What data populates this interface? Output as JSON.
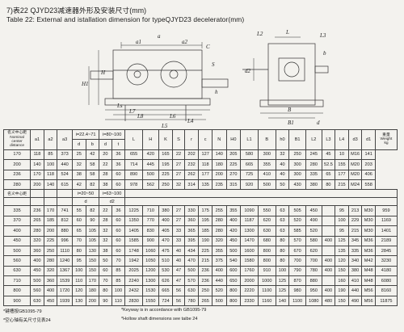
{
  "titles": {
    "cn": "7)表22 QJYD23减速器外形及安装尺寸(mm)",
    "en": "Table 22: External and istallation dimension for typeQJYD23 decelerator(mm)"
  },
  "drawing_labels": {
    "top_dims": [
      "a",
      "a1",
      "a2",
      "C",
      "L2",
      "L",
      "L3"
    ],
    "left_view": [
      "H",
      "H1",
      "S",
      "h",
      "Ls",
      "L7",
      "L8",
      "L6",
      "L4",
      "L5"
    ],
    "right_view": [
      "d2",
      "B",
      "B1",
      "d",
      "b"
    ]
  },
  "table": {
    "header": {
      "center_cn": "名义中心距",
      "center_en": "Nominal center distance",
      "a1": "a1",
      "a2": "a2",
      "a3": "a3",
      "ratio_top": "i=22.4~71",
      "ratio_top2": "i=80~100",
      "d": "d",
      "b": "b",
      "t": "t",
      "L": "L",
      "H": "H",
      "K": "K",
      "S": "S",
      "r": "r",
      "c": "c",
      "d1": "d1",
      "N": "N",
      "H0": "H0",
      "L1": "L1",
      "B": "B",
      "h0": "h0",
      "B1": "B1",
      "L2": "L2",
      "L3": "L3",
      "L4": "L4",
      "d3": "d3",
      "weight_cn": "重量",
      "weight_en": "Weight",
      "weight_unit": "kg"
    },
    "rows1": [
      [
        "170",
        "118",
        "85",
        "373",
        "25",
        "42",
        "20",
        "36",
        "655",
        "420",
        "165",
        "22",
        "202",
        "127",
        "140",
        "205",
        "580",
        "300",
        "32",
        "250",
        "245",
        "45",
        "10",
        "M16",
        "141"
      ],
      [
        "200",
        "140",
        "100",
        "440",
        "32",
        "58",
        "22",
        "36",
        "714",
        "445",
        "195",
        "27",
        "232",
        "118",
        "180",
        "225",
        "665",
        "355",
        "40",
        "300",
        "280",
        "52.5",
        "155",
        "M20",
        "203"
      ],
      [
        "236",
        "170",
        "118",
        "524",
        "38",
        "58",
        "28",
        "60",
        "890",
        "500",
        "225",
        "27",
        "262",
        "177",
        "200",
        "270",
        "725",
        "410",
        "40",
        "300",
        "335",
        "65",
        "177",
        "M20",
        "406"
      ],
      [
        "280",
        "200",
        "140",
        "615",
        "42",
        "82",
        "38",
        "60",
        "978",
        "562",
        "250",
        "32",
        "314",
        "135",
        "235",
        "315",
        "920",
        "500",
        "50",
        "430",
        "380",
        "80",
        "215",
        "M24",
        "558"
      ]
    ],
    "subheader": {
      "ratio_mid": "i=20~50",
      "ratio_mid2": "i=63~100",
      "d": "d",
      "d2": "d2"
    },
    "rows2": [
      [
        "335",
        "236",
        "170",
        "741",
        "55",
        "82",
        "22",
        "36",
        "1225",
        "710",
        "380",
        "27",
        "330",
        "175",
        "255",
        "355",
        "1090",
        "550",
        "63",
        "505",
        "450",
        "",
        "95",
        "213",
        "M30",
        "959"
      ],
      [
        "370",
        "265",
        "185",
        "812",
        "60",
        "90",
        "28",
        "60",
        "1350",
        "770",
        "400",
        "27",
        "360",
        "195",
        "280",
        "400",
        "1187",
        "620",
        "63",
        "520",
        "490",
        "",
        "100",
        "229",
        "M30",
        "1169"
      ],
      [
        "400",
        "280",
        "200",
        "880",
        "65",
        "105",
        "32",
        "60",
        "1405",
        "830",
        "405",
        "33",
        "365",
        "185",
        "280",
        "420",
        "1300",
        "630",
        "63",
        "585",
        "520",
        "",
        "95",
        "215",
        "M30",
        "1401"
      ],
      [
        "450",
        "320",
        "225",
        "996",
        "70",
        "105",
        "32",
        "60",
        "1585",
        "900",
        "470",
        "33",
        "395",
        "190",
        "320",
        "450",
        "1470",
        "680",
        "80",
        "570",
        "580",
        "400",
        "125",
        "345",
        "M36",
        "2189"
      ],
      [
        "500",
        "360",
        "250",
        "1110",
        "80",
        "130",
        "38",
        "60",
        "1748",
        "1060",
        "475",
        "40",
        "434",
        "225",
        "355",
        "500",
        "1600",
        "800",
        "80",
        "670",
        "620",
        "",
        "135",
        "335",
        "M36",
        "2845"
      ],
      [
        "560",
        "400",
        "280",
        "1240",
        "95",
        "150",
        "50",
        "70",
        "1942",
        "1050",
        "510",
        "40",
        "470",
        "215",
        "375",
        "540",
        "1580",
        "800",
        "80",
        "700",
        "700",
        "400",
        "120",
        "340",
        "M42",
        "3230"
      ],
      [
        "630",
        "450",
        "320",
        "1367",
        "100",
        "150",
        "60",
        "85",
        "2025",
        "1200",
        "530",
        "47",
        "500",
        "236",
        "400",
        "600",
        "1760",
        "910",
        "100",
        "790",
        "780",
        "400",
        "150",
        "380",
        "M48",
        "4180"
      ],
      [
        "710",
        "500",
        "360",
        "1539",
        "110",
        "170",
        "70",
        "85",
        "2240",
        "1300",
        "626",
        "47",
        "570",
        "236",
        "440",
        "650",
        "2000",
        "1000",
        "125",
        "870",
        "880",
        "",
        "160",
        "410",
        "M48",
        "6080"
      ],
      [
        "800",
        "560",
        "400",
        "1720",
        "120",
        "180",
        "80",
        "100",
        "2432",
        "1530",
        "665",
        "56",
        "630",
        "250",
        "520",
        "800",
        "2220",
        "1100",
        "125",
        "980",
        "950",
        "400",
        "190",
        "440",
        "M56",
        "8160"
      ],
      [
        "900",
        "630",
        "450",
        "1939",
        "130",
        "200",
        "90",
        "110",
        "2830",
        "1550",
        "724",
        "56",
        "780",
        "265",
        "500",
        "800",
        "2330",
        "1160",
        "140",
        "1100",
        "1080",
        "480",
        "150",
        "490",
        "M56",
        "11875"
      ]
    ]
  },
  "notes": {
    "n1_cn": "*键槽按GB1095-79",
    "n1_en": "*Keyway is in accordance with GB1095-79",
    "n2_cn": "*空心轴有关尺寸见表24",
    "n2_en": "*Hollow shaft dimensions see taibe 24"
  }
}
